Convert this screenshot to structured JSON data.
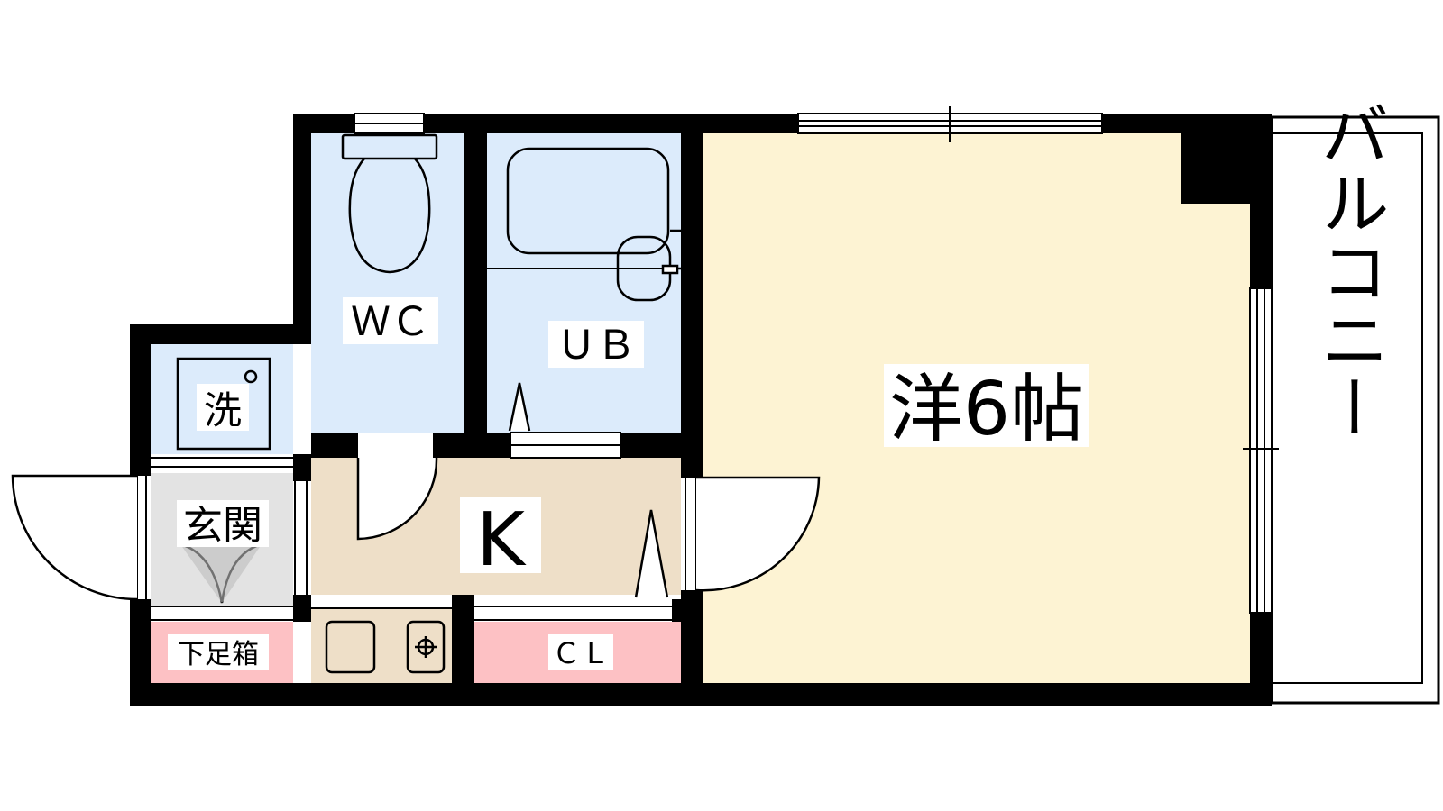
{
  "rooms": {
    "wc": {
      "label": "ＷＣ",
      "color": "#DCEBFB"
    },
    "ub": {
      "label": "ＵＢ",
      "color": "#DCEBFB"
    },
    "laundry": {
      "label": "洗",
      "color": "#DCEBFB"
    },
    "entrance": {
      "label": "玄関",
      "color": "#E3E3E3"
    },
    "shoe_box": {
      "label": "下足箱",
      "color": "#FDC1C4"
    },
    "kitchen": {
      "label": "K",
      "color": "#EEDFC8"
    },
    "closet": {
      "label": "ＣＬ",
      "color": "#FDC1C4"
    },
    "western_room": {
      "label": "洋6帖",
      "color": "#FDF3D3"
    },
    "balcony": {
      "label": "バルコニー",
      "color": "#FFFFFF"
    }
  },
  "colors": {
    "wall": "#000000",
    "line": "#000000"
  }
}
